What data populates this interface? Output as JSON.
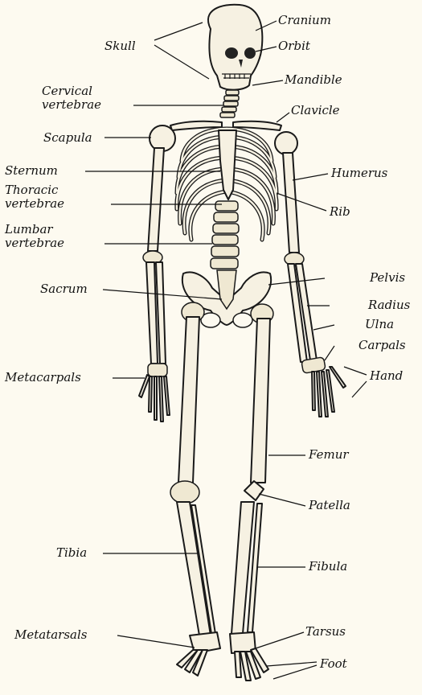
{
  "labels": {
    "skull": "Skull",
    "cranium": "Cranium",
    "orbit": "Orbit",
    "mandible": "Mandible",
    "cervical_line1": "Cervical",
    "cervical_line2": "vertebrae",
    "clavicle": "Clavicle",
    "scapula": "Scapula",
    "sternum": "Sternum",
    "humerus": "Humerus",
    "thoracic_line1": "Thoracic",
    "thoracic_line2": "vertebrae",
    "rib": "Rib",
    "lumbar_line1": "Lumbar",
    "lumbar_line2": "vertebrae",
    "sacrum": "Sacrum",
    "pelvis": "Pelvis",
    "radius": "Radius",
    "ulna": "Ulna",
    "carpals": "Carpals",
    "metacarpals": "Metacarpals",
    "hand": "Hand",
    "femur": "Femur",
    "patella": "Patella",
    "tibia": "Tibia",
    "fibula": "Fibula",
    "metatarsals": "Metatarsals",
    "tarsus": "Tarsus",
    "foot": "Foot"
  }
}
